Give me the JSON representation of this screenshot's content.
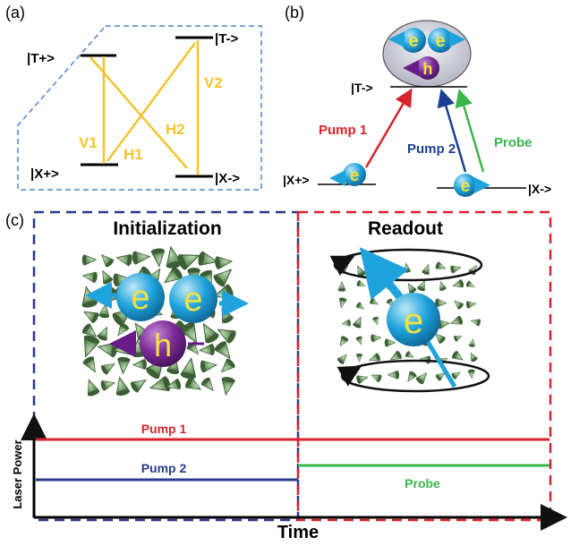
{
  "panels": {
    "a": "(a)",
    "b": "(b)",
    "c": "(c)"
  },
  "panel_a": {
    "levels": [
      "|T+>",
      "|T->",
      "|X+>",
      "|X->"
    ],
    "transitions": [
      "V1",
      "H1",
      "H2",
      "V2"
    ]
  },
  "panel_b": {
    "levels": [
      "|T->",
      "|X+>",
      "|X->"
    ],
    "beams": [
      "Pump 1",
      "Pump 2",
      "Probe"
    ],
    "particles": {
      "electron": "e",
      "hole": "h"
    }
  },
  "panel_c": {
    "phases": [
      "Initialization",
      "Readout"
    ],
    "y_label": "Laser Power",
    "x_label": "Time",
    "traces": [
      "Pump 1",
      "Pump 2",
      "Probe"
    ]
  },
  "colors": {
    "yellow": "#f5c32c",
    "red": "#d8232a",
    "blue": "#1b3f94",
    "green": "#3bb54a",
    "cyan": "#1fa3dc",
    "purple": "#6a1b8a",
    "dashed_blue": "#4a86c8",
    "dashed_navy": "#283a8c",
    "dashed_red": "#d8232a",
    "pump1_line": "#d8232a",
    "pump2_line": "#283a8c",
    "probe_line": "#3bb54a"
  }
}
